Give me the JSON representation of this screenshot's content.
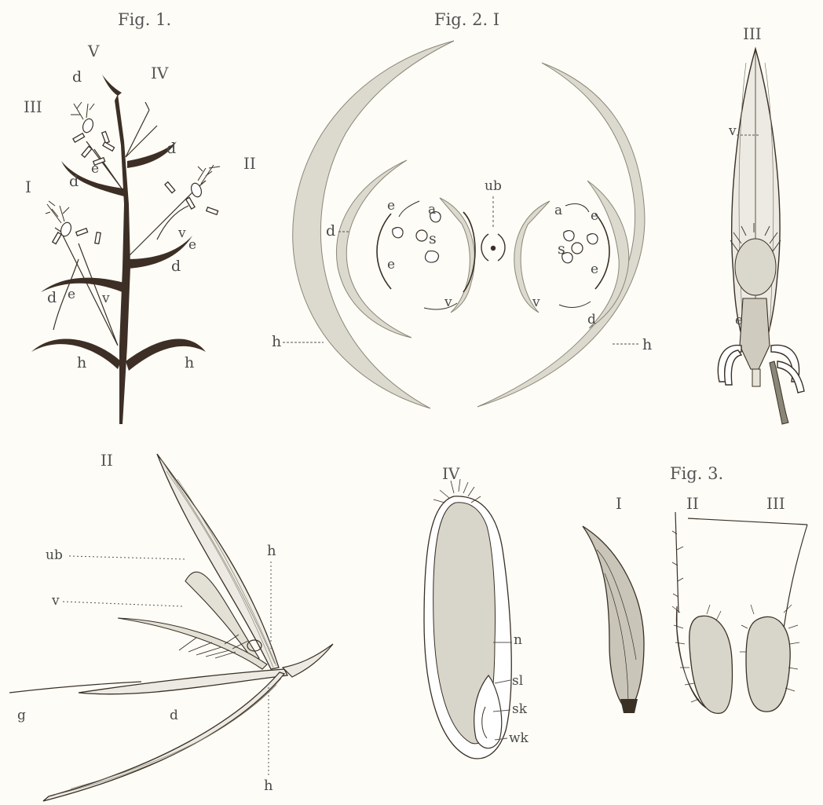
{
  "figures": {
    "fig1": {
      "title": "Fig. 1.",
      "roman": [
        "V",
        "IV",
        "III",
        "II",
        "I"
      ],
      "labels": {
        "d": "d",
        "e": "e",
        "v": "v",
        "h": "h"
      }
    },
    "fig2": {
      "title": "Fig. 2. I",
      "labels": {
        "ub": "ub",
        "a": "a",
        "e": "e",
        "s": "s",
        "v": "v",
        "d": "d",
        "h": "h"
      },
      "sub_III": "III",
      "sub_II": "II",
      "sub_IV": "IV",
      "fig2_II_labels": {
        "h": "h",
        "ub": "ub",
        "v": "v",
        "d": "d",
        "g": "g"
      },
      "fig2_IV_labels": {
        "n": "n",
        "sl": "sl",
        "sk": "sk",
        "wk": "wk"
      }
    },
    "fig3": {
      "title": "Fig. 3.",
      "roman": [
        "I",
        "II",
        "III"
      ]
    }
  },
  "colors": {
    "ink": "#3a3026",
    "stem": "#3d2f25",
    "wash": "#d9d6cb",
    "paper": "#fdfcf6"
  }
}
